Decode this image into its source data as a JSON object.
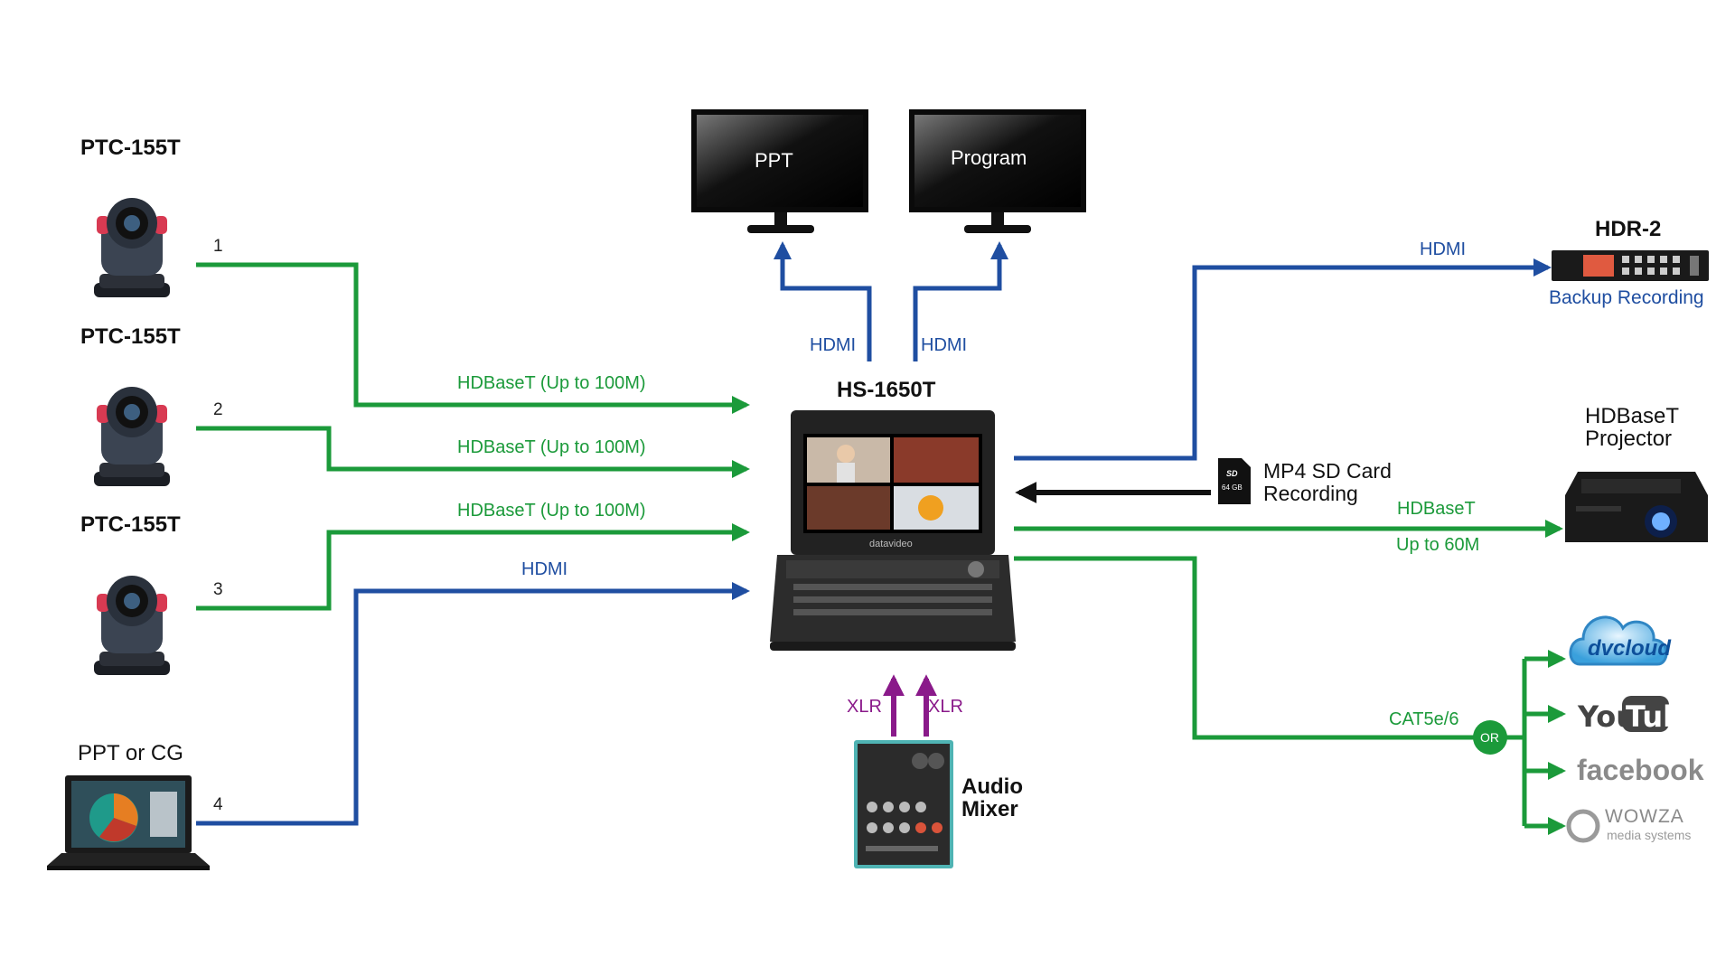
{
  "colors": {
    "hdmi": "#1f4ea1",
    "hdbaset": "#1b9a3a",
    "xlr": "#8a1a8a",
    "sd": "#111111"
  },
  "cameras": [
    {
      "name": "PTC-155T",
      "port": "1"
    },
    {
      "name": "PTC-155T",
      "port": "2"
    },
    {
      "name": "PTC-155T",
      "port": "3"
    }
  ],
  "laptop": {
    "name": "PPT or CG",
    "port": "4"
  },
  "inputs": {
    "hdbaset_1": "HDBaseT (Up to 100M)",
    "hdbaset_2": "HDBaseT (Up to 100M)",
    "hdbaset_3": "HDBaseT (Up to 100M)",
    "hdmi": "HDMI"
  },
  "monitors": {
    "left": "PPT",
    "right": "Program",
    "left_cable": "HDMI",
    "right_cable": "HDMI"
  },
  "switcher": {
    "name": "HS-1650T",
    "brand": "datavideo"
  },
  "audio": {
    "xlr_left": "XLR",
    "xlr_right": "XLR",
    "mixer_line1": "Audio",
    "mixer_line2": "Mixer"
  },
  "recorder": {
    "name": "HDR-2",
    "caption": "Backup Recording",
    "cable": "HDMI"
  },
  "sd_card": {
    "line1": "MP4 SD Card",
    "line2": "Recording",
    "chip_brand": "SD",
    "chip_size": "64 GB"
  },
  "projector": {
    "line1": "HDBaseT",
    "line2": "Projector",
    "cable": "HDBaseT",
    "cable_note": "Up to 60M"
  },
  "streaming": {
    "cable": "CAT5e/6",
    "or_badge": "OR",
    "services": {
      "dvcloud": "dvcloud",
      "youtube_a": "You",
      "youtube_b": "Tube",
      "facebook": "facebook",
      "wowza": "WOWZA",
      "wowza_sub": "media systems"
    }
  }
}
